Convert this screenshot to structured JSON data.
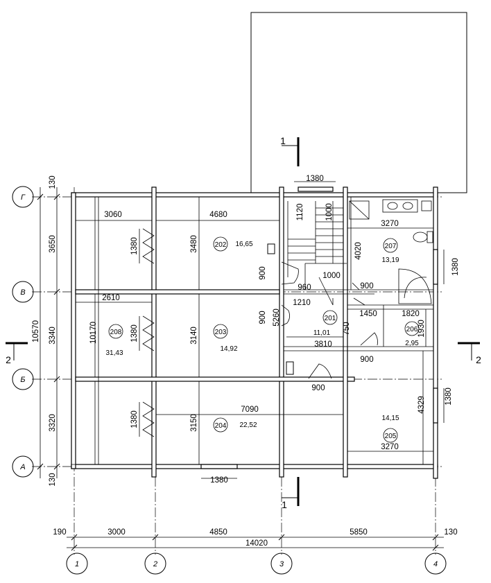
{
  "axes": {
    "rows": [
      {
        "id": "row-G",
        "label": "Г"
      },
      {
        "id": "row-V",
        "label": "В"
      },
      {
        "id": "row-B",
        "label": "Б"
      },
      {
        "id": "row-A",
        "label": "А"
      }
    ],
    "columns": [
      {
        "id": "col-1",
        "label": "1"
      },
      {
        "id": "col-2",
        "label": "2"
      },
      {
        "id": "col-3",
        "label": "3"
      },
      {
        "id": "col-4",
        "label": "4"
      }
    ]
  },
  "sections": {
    "cut_1": "1",
    "cut_2": "2"
  },
  "rooms": [
    {
      "number": "202",
      "area": "16,65"
    },
    {
      "number": "203",
      "area": "14,92"
    },
    {
      "number": "204",
      "area": "22,52"
    },
    {
      "number": "205",
      "area": "14,15"
    },
    {
      "number": "206",
      "area": "2,95"
    },
    {
      "number": "207",
      "area": "13,19"
    },
    {
      "number": "208",
      "area": "31,43"
    },
    {
      "number": "201",
      "area": "11,01"
    }
  ],
  "dimensions": {
    "bottom_190": "190",
    "bottom_3000": "3000",
    "bottom_4850": "4850",
    "bottom_5850": "5850",
    "bottom_130": "130",
    "bottom_total": "14020",
    "left_130_top": "130",
    "left_3650": "3650",
    "left_3340": "3340",
    "left_3320": "3320",
    "left_130_bottom": "130",
    "left_total": "10570",
    "d_3060": "3060",
    "d_4680": "4680",
    "d_3480": "3480",
    "d_2610": "2610",
    "d_10170": "10170",
    "d_3140": "3140",
    "d_3150": "3150",
    "d_7090": "7090",
    "d_1380_top": "1380",
    "d_1380_bottom": "1380",
    "d_1380_w1": "1380",
    "d_1380_w2": "1380",
    "d_1380_w3": "1380",
    "d_1380_r1": "1380",
    "d_1380_r2": "1380",
    "d_1120": "1120",
    "d_1000a": "1000",
    "d_1000b": "1000",
    "d_3270a": "3270",
    "d_3270b": "3270",
    "d_4020": "4020",
    "d_900_1": "900",
    "d_900_2": "900",
    "d_900_3": "900",
    "d_900_4": "900",
    "d_900_5": "900",
    "d_960": "960",
    "d_1210": "1210",
    "d_5260": "5260",
    "d_1450": "1450",
    "d_1820": "1820",
    "d_1930": "1930",
    "d_750": "750",
    "d_3810": "3810",
    "d_4329": "4329"
  }
}
